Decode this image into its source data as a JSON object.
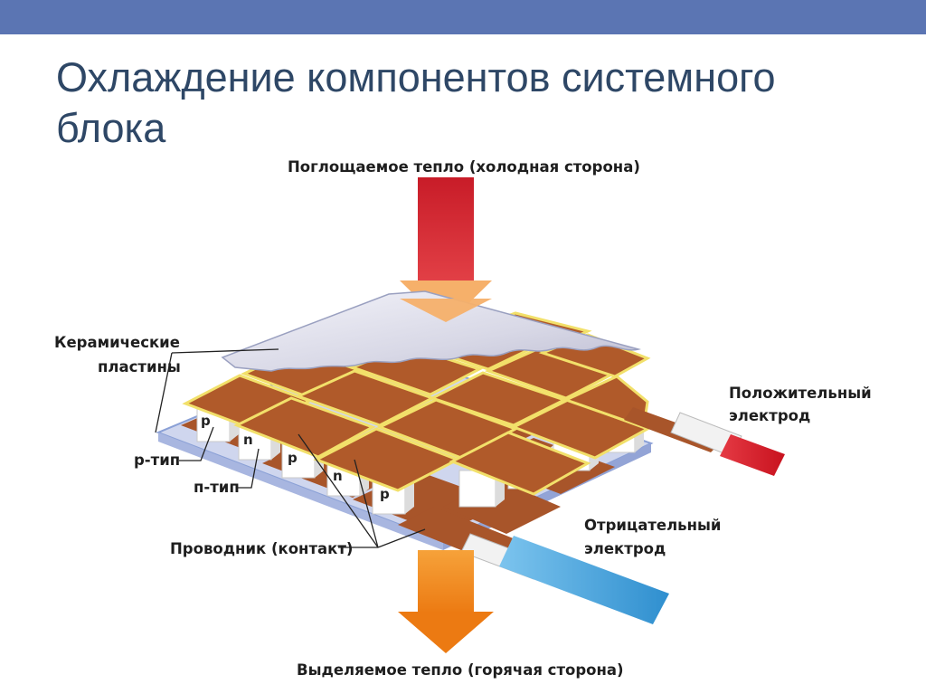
{
  "slide": {
    "title": "Охлаждение компонентов системного блока"
  },
  "diagram": {
    "absorbed_heat": "Поглощаемое тепло (холодная сторона)",
    "released_heat": "Выделяемое тепло (горячая сторона)",
    "ceramic_plates_line1": "Керамические",
    "ceramic_plates_line2": "пластины",
    "p_type": "р-тип",
    "n_type": "п-тип",
    "conductor": "Проводник (контакт)",
    "positive_line1": "Положительный",
    "positive_line2": "электрод",
    "negative_line1": "Отрицательный",
    "negative_line2": "электрод",
    "cell_p": "p",
    "cell_n": "n",
    "colors": {
      "top_bar": "#5b75b3",
      "title": "#2e4766",
      "cold_arrow": "#d8262d",
      "hot_arrow": "#f28a16",
      "conductor": "#b05a2a",
      "positive_wire": "#d81e2a",
      "negative_wire": "#3a9fd8"
    }
  }
}
